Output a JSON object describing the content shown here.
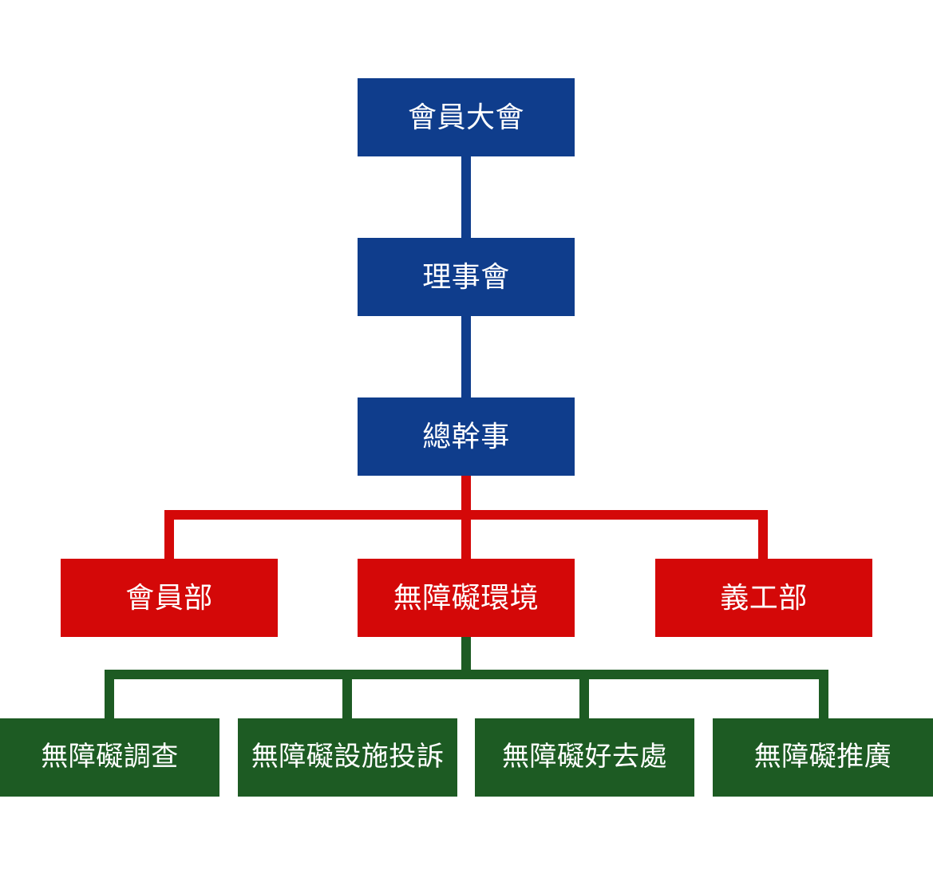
{
  "chart": {
    "type": "org-chart",
    "title": "",
    "colors": {
      "blue": "#0F3D8C",
      "red": "#D40808",
      "green": "#1D5B23",
      "text": "#FFFFFF",
      "background": "#FFFFFF"
    },
    "levels": [
      {
        "name": "governance",
        "color": "#0F3D8C",
        "nodes": [
          {
            "id": "general-assembly",
            "label": "會員大會"
          },
          {
            "id": "board-of-directors",
            "label": "理事會"
          },
          {
            "id": "general-secretary",
            "label": "總幹事"
          }
        ]
      },
      {
        "name": "departments",
        "color": "#D40808",
        "nodes": [
          {
            "id": "membership-department",
            "label": "會員部"
          },
          {
            "id": "barrier-free-environment",
            "label": "無障礙環境"
          },
          {
            "id": "volunteer-department",
            "label": "義工部"
          }
        ]
      },
      {
        "name": "programmes",
        "color": "#1D5B23",
        "nodes": [
          {
            "id": "barrier-free-survey",
            "label": "無障礙調查"
          },
          {
            "id": "barrier-free-facility-complaints",
            "label": "無障礙設施投訴"
          },
          {
            "id": "barrier-free-good-places",
            "label": "無障礙好去處"
          },
          {
            "id": "barrier-free-promotion",
            "label": "無障礙推廣"
          }
        ]
      }
    ],
    "edges": [
      {
        "from": "general-assembly",
        "to": "board-of-directors",
        "color": "#0F3D8C"
      },
      {
        "from": "board-of-directors",
        "to": "general-secretary",
        "color": "#0F3D8C"
      },
      {
        "from": "general-secretary",
        "to": "membership-department",
        "color": "#D40808"
      },
      {
        "from": "general-secretary",
        "to": "barrier-free-environment",
        "color": "#D40808"
      },
      {
        "from": "general-secretary",
        "to": "volunteer-department",
        "color": "#D40808"
      },
      {
        "from": "barrier-free-environment",
        "to": "barrier-free-survey",
        "color": "#1D5B23"
      },
      {
        "from": "barrier-free-environment",
        "to": "barrier-free-facility-complaints",
        "color": "#1D5B23"
      },
      {
        "from": "barrier-free-environment",
        "to": "barrier-free-good-places",
        "color": "#1D5B23"
      },
      {
        "from": "barrier-free-environment",
        "to": "barrier-free-promotion",
        "color": "#1D5B23"
      }
    ]
  }
}
